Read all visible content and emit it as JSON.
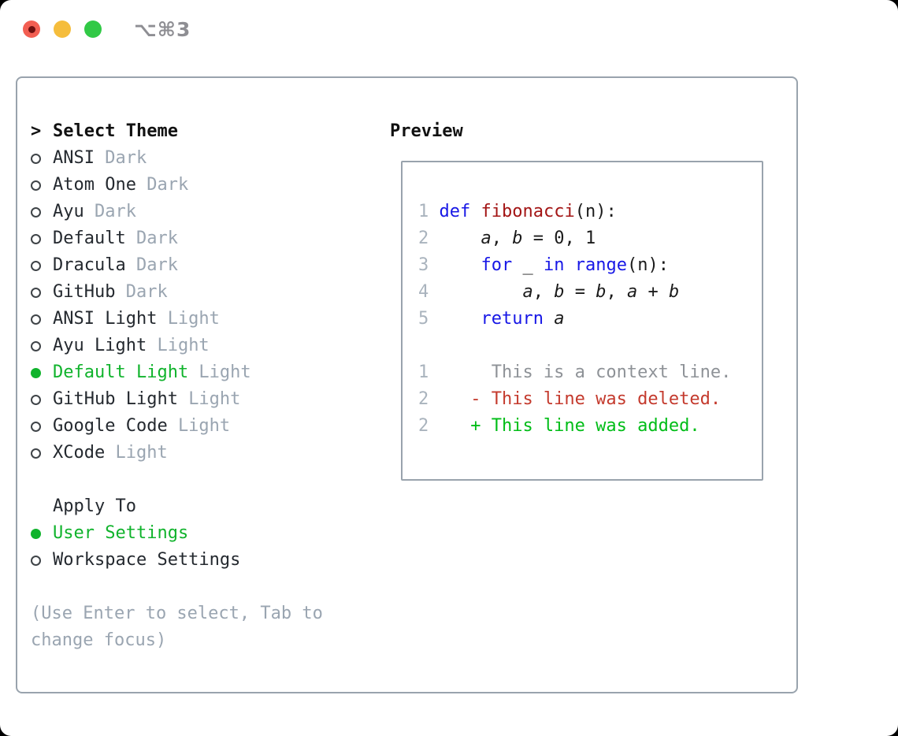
{
  "window": {
    "title": "⌥⌘3"
  },
  "colors": {
    "accent": "#10b32c",
    "keyword_blue": "#1717e6",
    "function_red": "#a31515",
    "deleted_red": "#c43a2d",
    "added_green": "#00bd17",
    "muted_gray": "#9aa5b1",
    "border_gray": "#99a3ad",
    "traffic_red": "#f25e52",
    "traffic_yellow": "#f5bd3c",
    "traffic_green": "#31c946"
  },
  "theme_selector": {
    "caret": ">",
    "heading": "Select Theme",
    "items": [
      {
        "name": "ANSI",
        "variant": "Dark",
        "selected": false
      },
      {
        "name": "Atom One",
        "variant": "Dark",
        "selected": false
      },
      {
        "name": "Ayu",
        "variant": "Dark",
        "selected": false
      },
      {
        "name": "Default",
        "variant": "Dark",
        "selected": false
      },
      {
        "name": "Dracula",
        "variant": "Dark",
        "selected": false
      },
      {
        "name": "GitHub",
        "variant": "Dark",
        "selected": false
      },
      {
        "name": "ANSI Light",
        "variant": "Light",
        "selected": false
      },
      {
        "name": "Ayu Light",
        "variant": "Light",
        "selected": false
      },
      {
        "name": "Default Light",
        "variant": "Light",
        "selected": true
      },
      {
        "name": "GitHub Light",
        "variant": "Light",
        "selected": false
      },
      {
        "name": "Google Code",
        "variant": "Light",
        "selected": false
      },
      {
        "name": "XCode",
        "variant": "Light",
        "selected": false
      }
    ],
    "apply_to": {
      "heading": "Apply To",
      "options": [
        {
          "name": "User Settings",
          "selected": true
        },
        {
          "name": "Workspace Settings",
          "selected": false
        }
      ]
    },
    "hint": [
      "(Use Enter to select, Tab to",
      "change focus)"
    ]
  },
  "preview": {
    "heading": "Preview",
    "lines": [
      {
        "num": "1",
        "segs": [
          {
            "t": "def",
            "c": "kw"
          },
          {
            "t": " ",
            "c": "p"
          },
          {
            "t": "fibonacci",
            "c": "fn"
          },
          {
            "t": "(n):",
            "c": "p"
          }
        ]
      },
      {
        "num": "2",
        "segs": [
          {
            "t": "    ",
            "c": "p"
          },
          {
            "t": "a",
            "c": "v"
          },
          {
            "t": ", ",
            "c": "p"
          },
          {
            "t": "b",
            "c": "v"
          },
          {
            "t": " = 0, 1",
            "c": "p"
          }
        ]
      },
      {
        "num": "3",
        "segs": [
          {
            "t": "    ",
            "c": "p"
          },
          {
            "t": "for",
            "c": "kw"
          },
          {
            "t": " _ ",
            "c": "p"
          },
          {
            "t": "in",
            "c": "kw"
          },
          {
            "t": " ",
            "c": "p"
          },
          {
            "t": "range",
            "c": "kw"
          },
          {
            "t": "(n):",
            "c": "p"
          }
        ]
      },
      {
        "num": "4",
        "segs": [
          {
            "t": "        ",
            "c": "p"
          },
          {
            "t": "a",
            "c": "v"
          },
          {
            "t": ", ",
            "c": "p"
          },
          {
            "t": "b",
            "c": "v"
          },
          {
            "t": " = ",
            "c": "p"
          },
          {
            "t": "b",
            "c": "v"
          },
          {
            "t": ", ",
            "c": "p"
          },
          {
            "t": "a",
            "c": "v"
          },
          {
            "t": " + ",
            "c": "p"
          },
          {
            "t": "b",
            "c": "v"
          }
        ]
      },
      {
        "num": "5",
        "segs": [
          {
            "t": "    ",
            "c": "p"
          },
          {
            "t": "return",
            "c": "kw"
          },
          {
            "t": " ",
            "c": "p"
          },
          {
            "t": "a",
            "c": "v"
          }
        ]
      },
      {
        "num": "",
        "segs": []
      },
      {
        "num": "1",
        "segs": [
          {
            "t": "     This is a context line.",
            "c": "ctx"
          }
        ]
      },
      {
        "num": "2",
        "segs": [
          {
            "t": "   - This line was deleted.",
            "c": "del"
          }
        ]
      },
      {
        "num": "2",
        "segs": [
          {
            "t": "   + This line was added.",
            "c": "add"
          }
        ]
      }
    ]
  }
}
